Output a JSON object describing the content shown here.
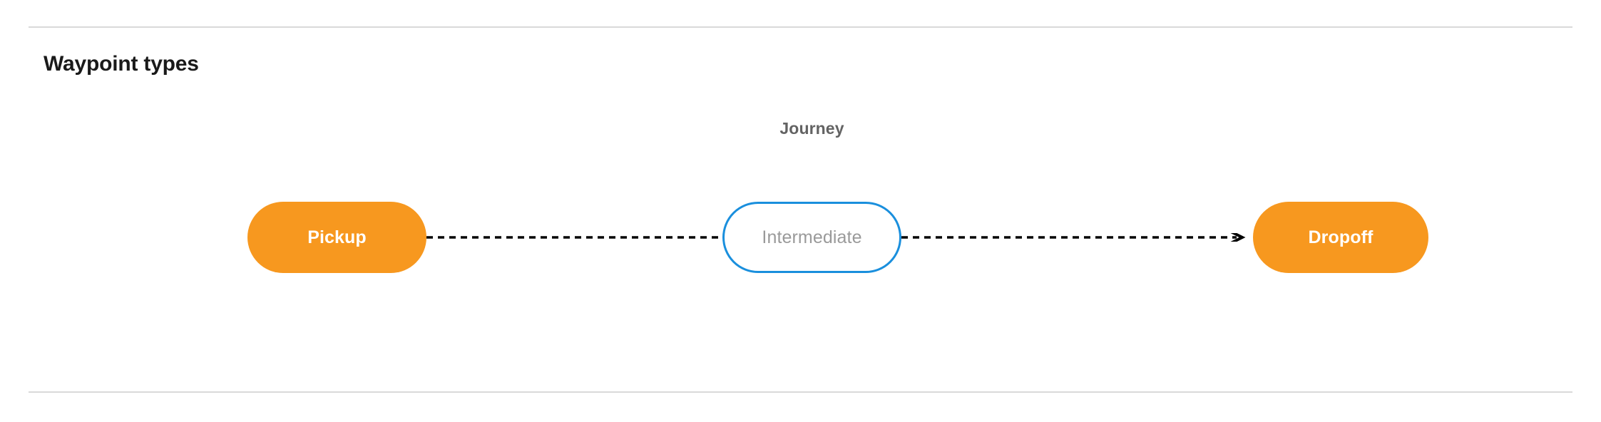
{
  "page": {
    "title": "Waypoint types",
    "background_color": "#ffffff",
    "divider_color": "#d9d9d9"
  },
  "diagram": {
    "group_label": "Journey",
    "group_label_color": "#636363",
    "nodes": [
      {
        "id": "pickup",
        "label": "Pickup",
        "style": "filled",
        "fill_color": "#f7981f",
        "text_color": "#ffffff"
      },
      {
        "id": "intermediate",
        "label": "Intermediate",
        "style": "outlined",
        "fill_color": "#ffffff",
        "border_color": "#1a8fdd",
        "text_color": "#9a9a9a"
      },
      {
        "id": "dropoff",
        "label": "Dropoff",
        "style": "filled",
        "fill_color": "#f7981f",
        "text_color": "#ffffff"
      }
    ],
    "connectors": [
      {
        "id": "pickup-to-intermediate",
        "from": "pickup",
        "to": "intermediate",
        "line_style": "dashed",
        "color": "#000000",
        "arrowhead": false
      },
      {
        "id": "intermediate-to-dropoff",
        "from": "intermediate",
        "to": "dropoff",
        "line_style": "dashed",
        "color": "#000000",
        "arrowhead": true
      }
    ]
  }
}
